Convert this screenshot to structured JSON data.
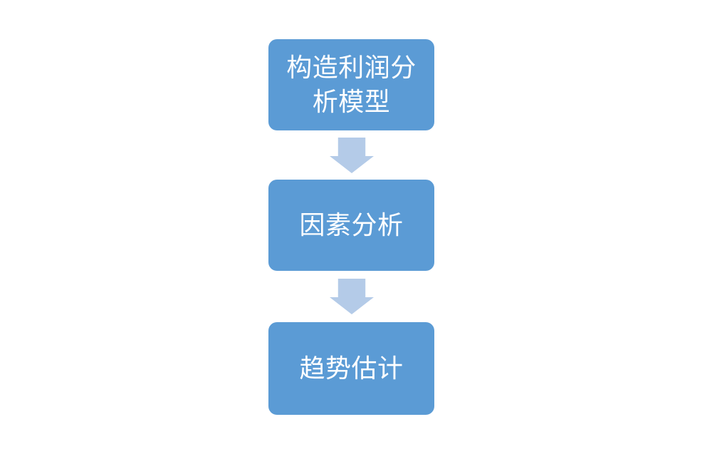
{
  "page": {
    "background": "#FFFFFF"
  },
  "flowchart": {
    "steps": [
      {
        "label": "构造利润分析模型"
      },
      {
        "label": "因素分析"
      },
      {
        "label": "趋势估计"
      }
    ],
    "colors": {
      "box_fill": "#5B9BD5",
      "box_text": "#FFFFFF",
      "arrow_fill": "#B4CBE8"
    }
  }
}
